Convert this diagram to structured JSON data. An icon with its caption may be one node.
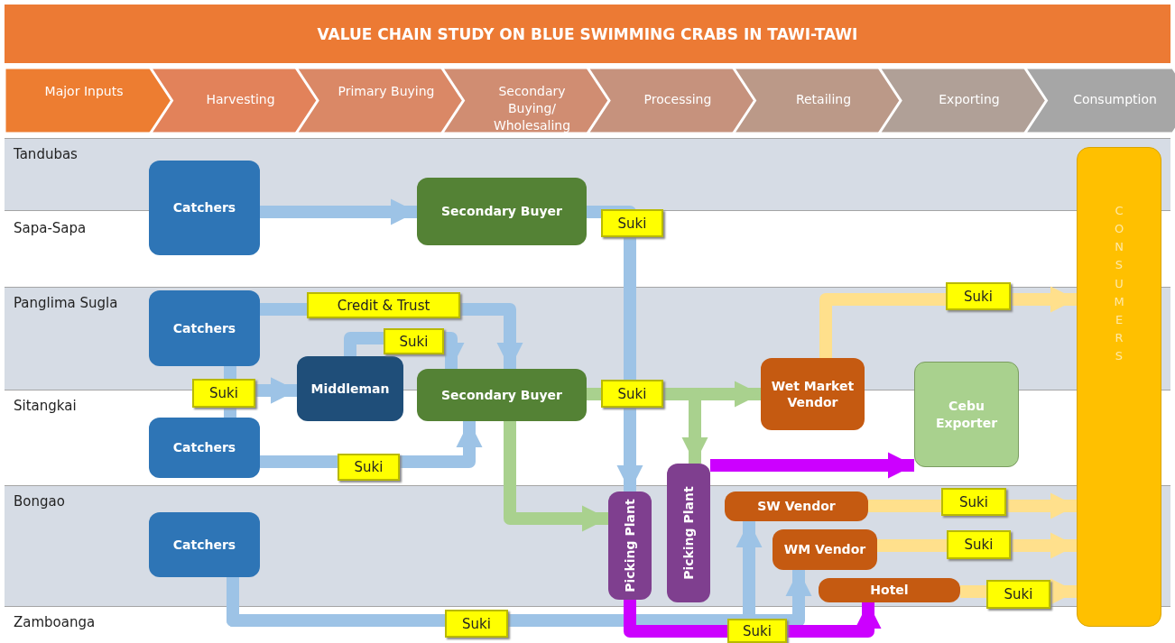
{
  "diagram": {
    "title": "VALUE CHAIN STUDY ON BLUE SWIMMING CRABS IN TAWI-TAWI",
    "nodes": [
      {
        "text": [
          "Catchers"
        ]
      },
      {
        "text": [
          "Secondary Buyer"
        ]
      },
      {
        "text": [
          "Catchers"
        ]
      },
      {
        "text": [
          "Middleman"
        ]
      },
      {
        "text": [
          "Secondary Buyer"
        ]
      },
      {
        "text": [
          "Catchers"
        ]
      },
      {
        "text": [
          "Catchers"
        ]
      },
      {
        "text": [
          "Wet Market Vendor"
        ]
      },
      {
        "text": [
          "Cebu Exporter"
        ]
      },
      {
        "text": [
          "Picking Plant"
        ]
      },
      {
        "text": [
          "Picking Plant"
        ]
      },
      {
        "text": [
          "SW Vendor"
        ]
      },
      {
        "text": [
          "WM Vendor"
        ]
      },
      {
        "text": [
          "Hotel"
        ]
      },
      {
        "text": [
          "CONSUMERS"
        ]
      }
    ],
    "edges": [
      {
        "from": 0,
        "to": 1,
        "arrow": "to"
      },
      {
        "from": 1,
        "to": 9,
        "arrow": "to",
        "label": "Suki"
      },
      {
        "from": 2,
        "to": 4,
        "arrow": "to",
        "label": "Credit & Trust"
      },
      {
        "from": 3,
        "to": 4,
        "arrow": "to",
        "label": "Suki"
      },
      {
        "from": 2,
        "to": 3,
        "arrow": "to",
        "label": "Suki"
      },
      {
        "from": 5,
        "to": 3,
        "arrow": "to"
      },
      {
        "from": 5,
        "to": 4,
        "arrow": "to",
        "label": "Suki"
      },
      {
        "from": 4,
        "to": 7,
        "arrow": "to",
        "label": "Suki",
        "color": "#a9d18e"
      },
      {
        "from": 4,
        "to": 10,
        "arrow": "to",
        "color": "#a9d18e"
      },
      {
        "from": 4,
        "to": 9,
        "arrow": "to",
        "color": "#a9d18e"
      },
      {
        "from": 7,
        "to": 14,
        "arrow": "to",
        "label": "Suki",
        "color": "#ffe08c"
      },
      {
        "from": 10,
        "to": 8,
        "arrow": "to",
        "color": "#cc00ff"
      },
      {
        "from": 11,
        "to": 14,
        "arrow": "to",
        "label": "Suki",
        "color": "#ffe08c"
      },
      {
        "from": 12,
        "to": 14,
        "arrow": "to",
        "label": "Suki",
        "color": "#ffe08c"
      },
      {
        "from": 13,
        "to": 14,
        "arrow": "to",
        "label": "Suki",
        "color": "#ffe08c"
      },
      {
        "from": 6,
        "to": 11,
        "arrow": "to",
        "label": "Suki"
      },
      {
        "from": 6,
        "to": 12,
        "arrow": "to"
      },
      {
        "from": 9,
        "to": 13,
        "arrow": "to",
        "label": "Suki",
        "color": "#cc00ff"
      }
    ],
    "labels": [
      "Major Inputs",
      "Harvesting",
      "Primary Buying",
      "Secondary Buying/ Wholesaling",
      "Processing",
      "Retailing",
      "Exporting",
      "Consumption",
      "Tandubas",
      "Sapa-Sapa",
      "Panglima Sugla",
      "Sitangkai",
      "Bongao",
      "Zamboanga"
    ]
  }
}
